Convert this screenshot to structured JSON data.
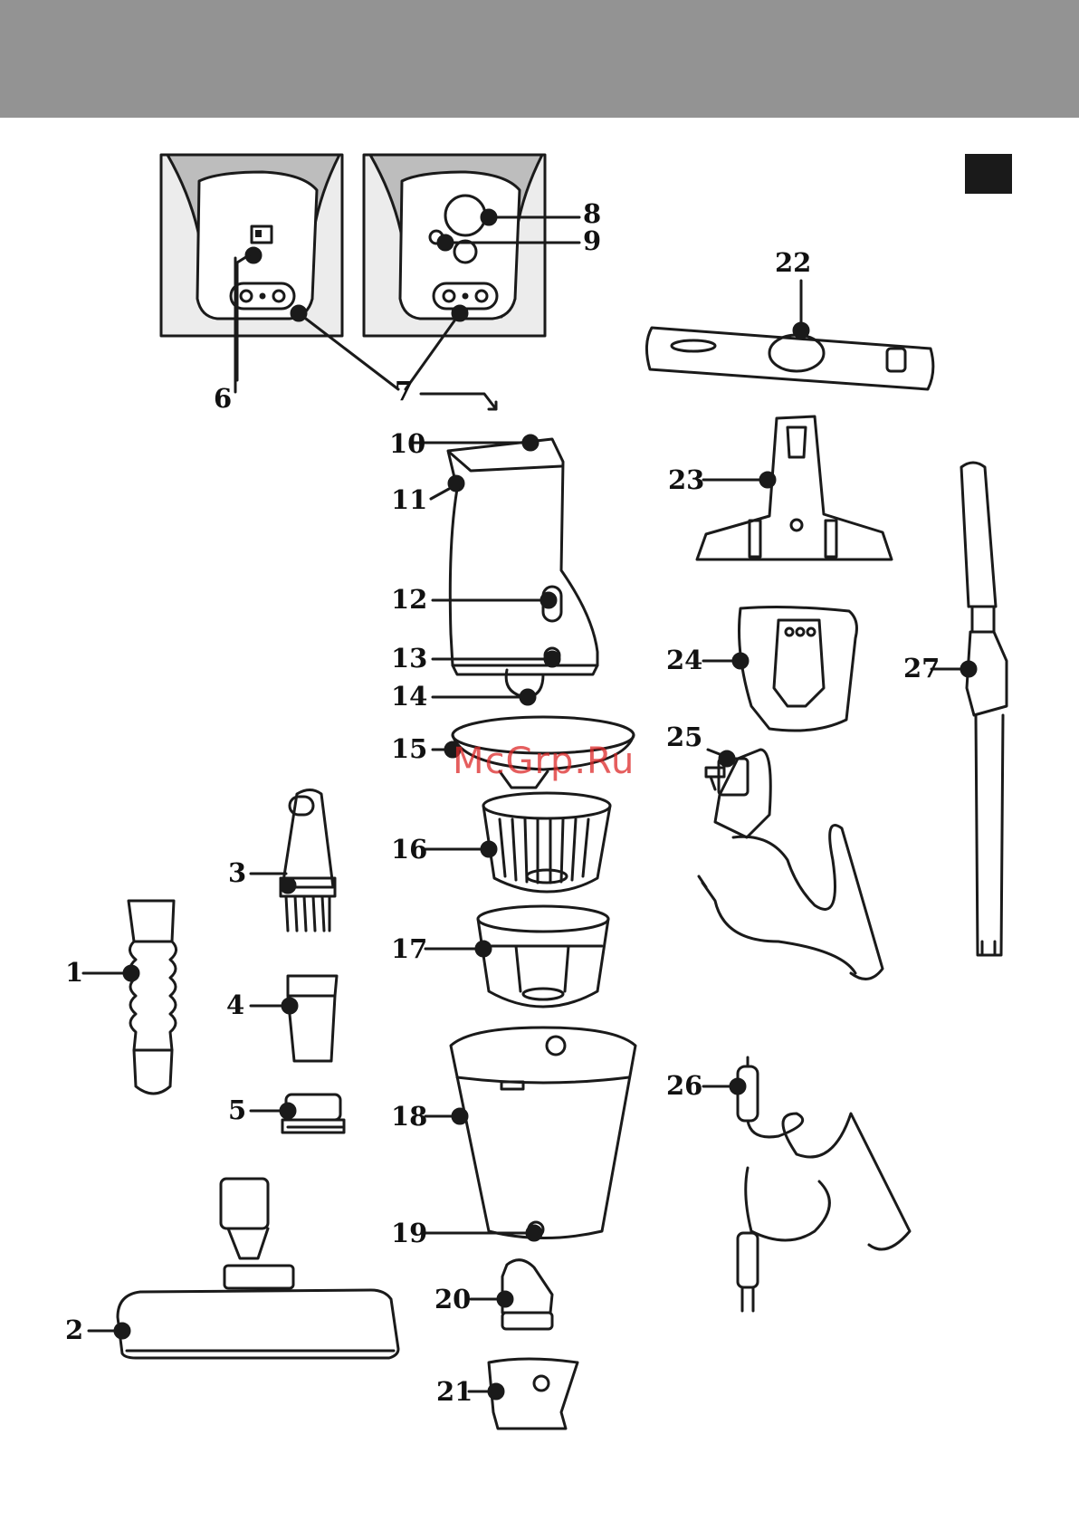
{
  "watermark": "McGrp.Ru",
  "part_numbers": [
    "1",
    "2",
    "3",
    "4",
    "5",
    "6",
    "7",
    "8",
    "9",
    "10",
    "11",
    "12",
    "13",
    "14",
    "15",
    "16",
    "17",
    "18",
    "19",
    "20",
    "21",
    "22",
    "23",
    "24",
    "25",
    "26",
    "27"
  ]
}
